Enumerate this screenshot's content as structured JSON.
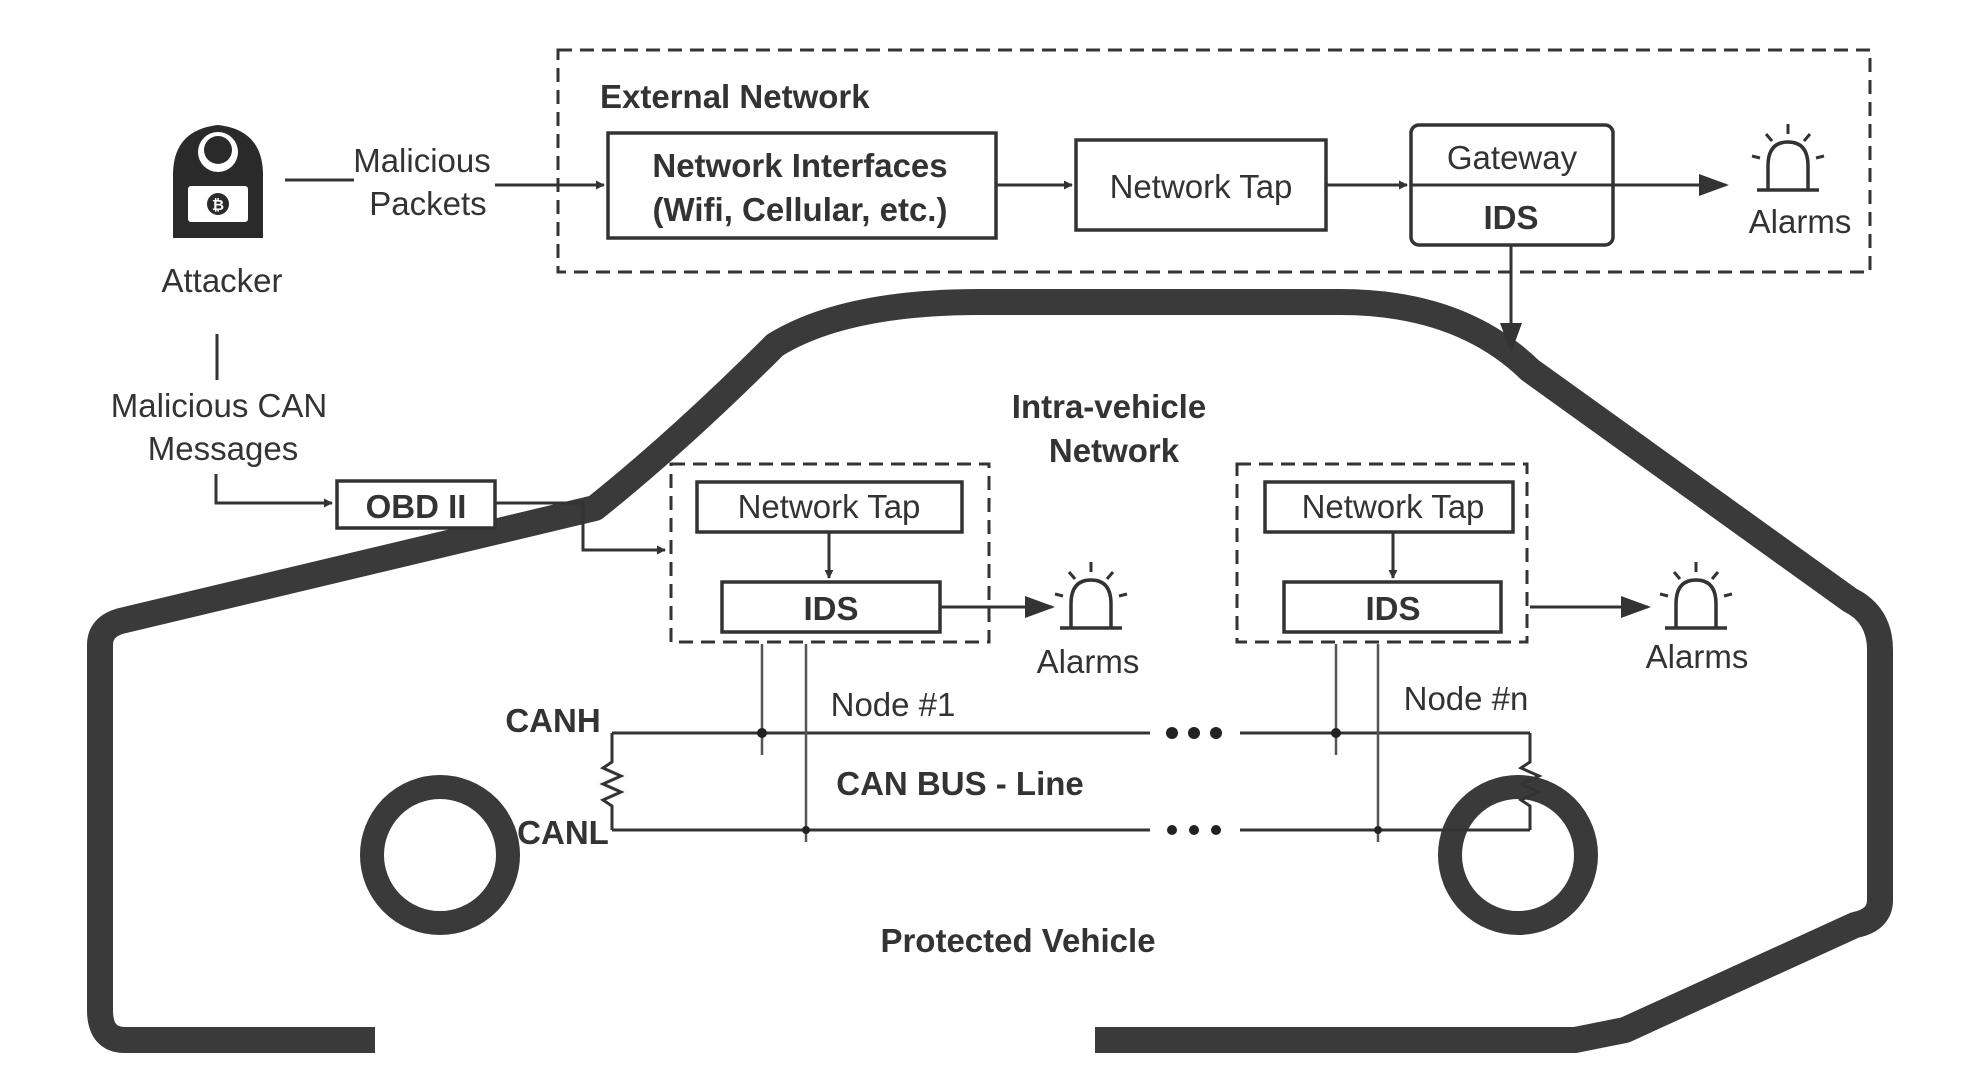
{
  "attacker": {
    "label": "Attacker",
    "icon": "hacker-icon",
    "malicious_packets": [
      "Malicious",
      "Packets"
    ],
    "malicious_can": [
      "Malicious CAN",
      "Messages"
    ]
  },
  "external_network": {
    "title": "External Network",
    "interfaces": [
      "Network Interfaces",
      "(Wifi, Cellular,  etc.)"
    ],
    "tap": "Network Tap",
    "gateway": "Gateway",
    "ids": "IDS",
    "alarms": "Alarms"
  },
  "intra_vehicle": {
    "title": [
      "Intra-vehicle",
      "Network"
    ],
    "obd": "OBD II",
    "node1": {
      "tap": "Network Tap",
      "ids": "IDS",
      "label": "Node #1",
      "alarms": "Alarms"
    },
    "noden": {
      "tap": "Network Tap",
      "ids": "IDS",
      "label": "Node #n",
      "alarms": "Alarms"
    },
    "canh": "CANH",
    "canl": "CANL",
    "bus": "CAN BUS - Line"
  },
  "vehicle": {
    "label": "Protected Vehicle"
  },
  "colors": {
    "ink": "#333333",
    "car": "#3a3a3a"
  }
}
